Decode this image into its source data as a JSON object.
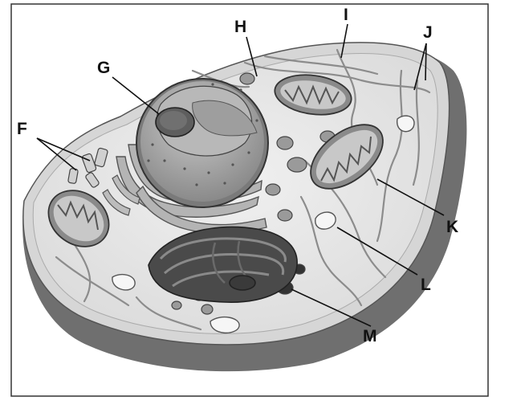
{
  "labels": {
    "F": "F",
    "G": "G",
    "H": "H",
    "I": "I",
    "J": "J",
    "K": "K",
    "L": "L",
    "M": "M"
  }
}
